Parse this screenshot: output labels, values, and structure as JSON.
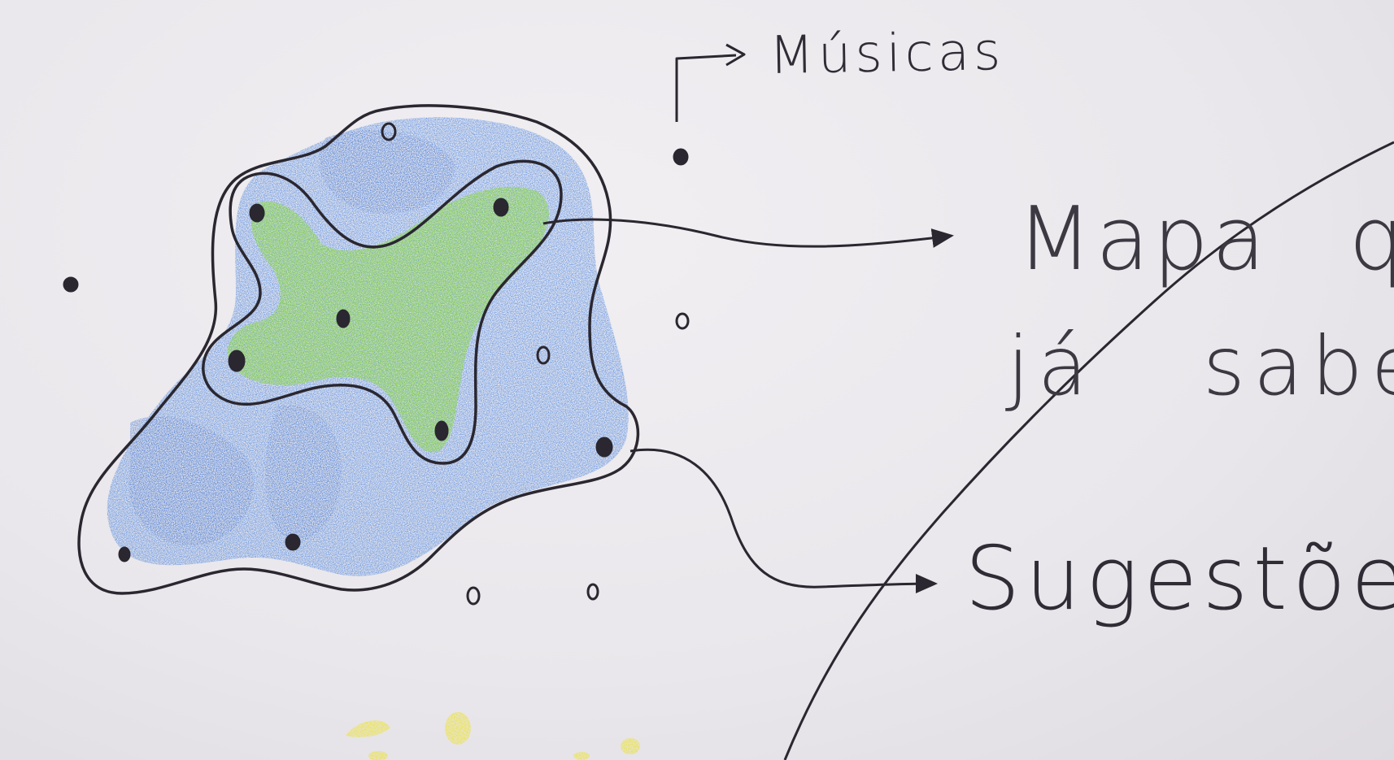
{
  "labels": {
    "songs": "Músicas",
    "known_map_line1": "Mapa que",
    "known_map_line2": "já sabe",
    "suggestions": "Sugestões"
  },
  "colors": {
    "ink": "#2a2730",
    "known_region_fill": "#7bd62a",
    "suggestion_region_fill": "#2f6fd6",
    "marker_yellow": "#ece233",
    "paper": "#eceaee"
  }
}
